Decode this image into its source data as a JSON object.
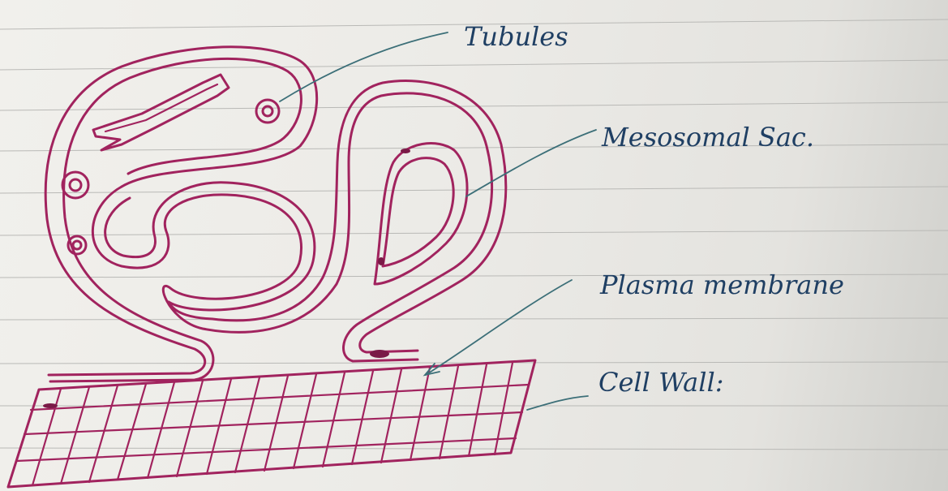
{
  "labels": {
    "tubules": "Tubules",
    "mesosomal_sac": "Mesosomal Sac.",
    "plasma_membrane": "Plasma membrane",
    "cell_wall": "Cell Wall:"
  },
  "colors": {
    "ink_drawing": "#a1235e",
    "ink_labels": "#1f3f63",
    "leader_lines": "#3c6f78",
    "paper": "#ecebe7",
    "ruled_lines": "#b9b9b6"
  }
}
